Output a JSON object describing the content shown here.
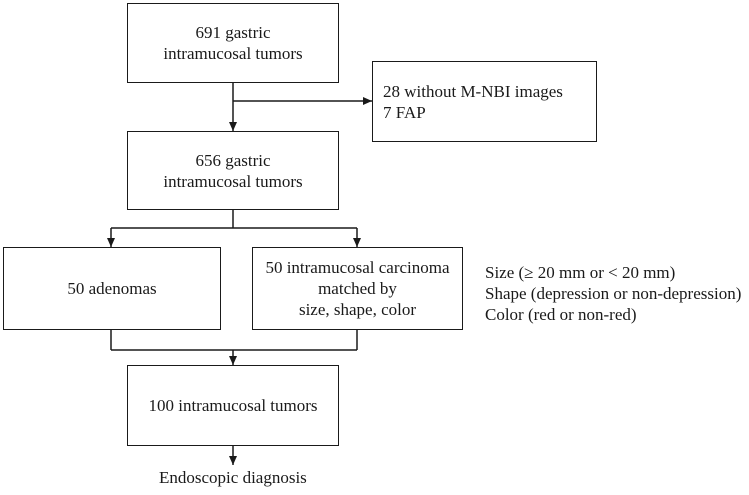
{
  "boxes": {
    "initial": {
      "lines": [
        "691 gastric",
        "intramucosal tumors"
      ]
    },
    "exclusion": {
      "lines": [
        "28 without M-NBI images",
        "7 FAP"
      ]
    },
    "after_exclusion": {
      "lines": [
        "656 gastric",
        "intramucosal tumors"
      ]
    },
    "adenomas": {
      "lines": [
        "50 adenomas"
      ]
    },
    "carcinoma": {
      "lines": [
        "50 intramucosal carcinoma",
        "matched by",
        "size, shape, color"
      ]
    },
    "combined": {
      "lines": [
        "100 intramucosal tumors"
      ]
    }
  },
  "matching_criteria": [
    "Size (≥ 20 mm or < 20 mm)",
    "Shape (depression or non-depression)",
    "Color (red or non-red)"
  ],
  "outcome": "Endoscopic diagnosis"
}
